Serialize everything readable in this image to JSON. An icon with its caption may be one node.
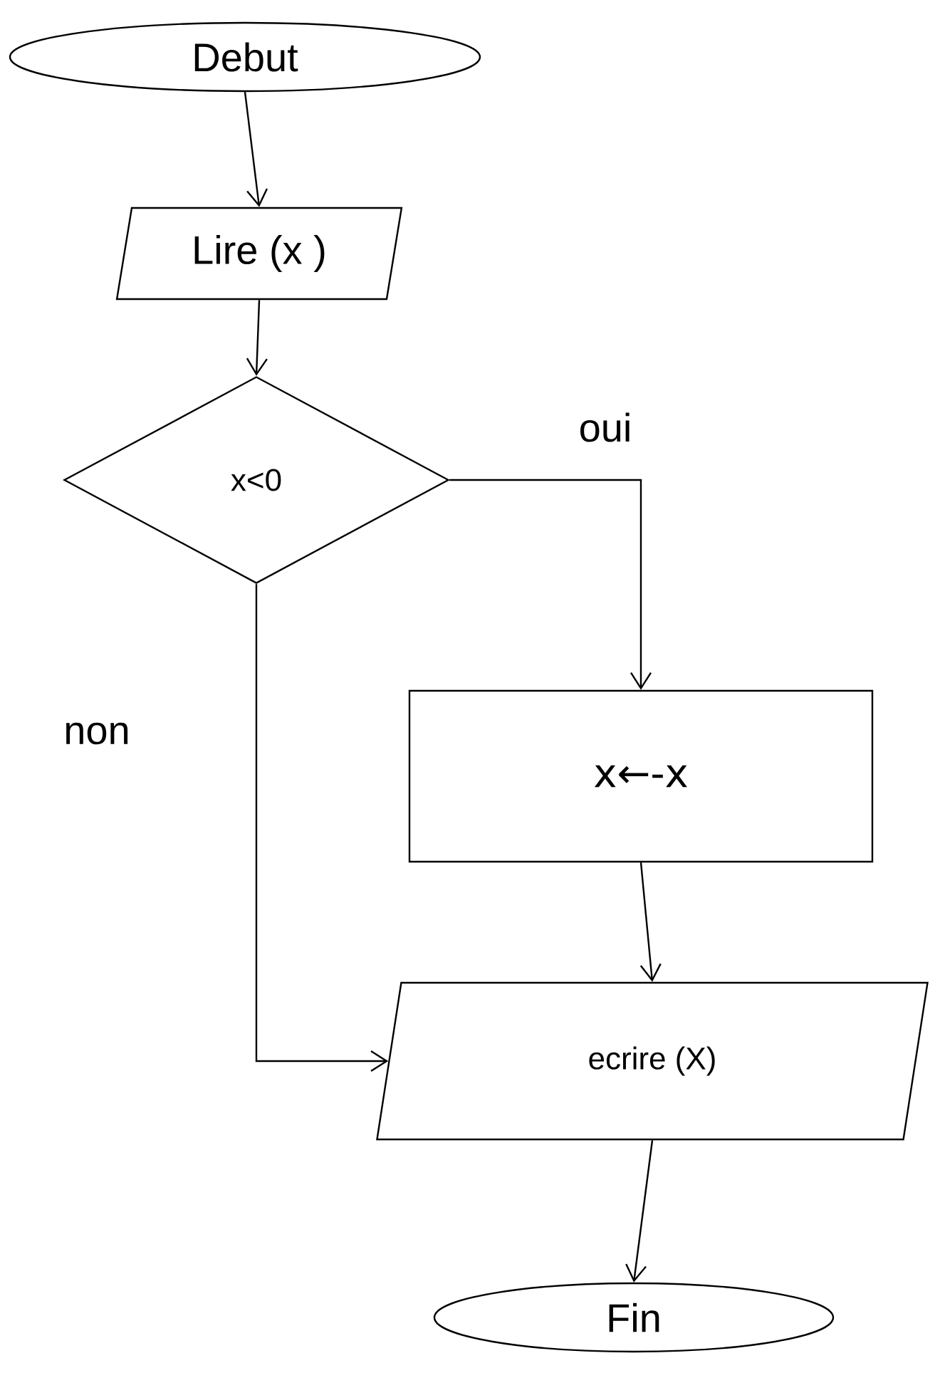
{
  "diagram": {
    "nodes": [
      {
        "text": [
          "Debut"
        ]
      },
      {
        "text": [
          "Lire (x )"
        ]
      },
      {
        "text": [
          "x<0"
        ]
      },
      {
        "text": [
          "x←-x"
        ]
      },
      {
        "text": [
          "ecrire (X)"
        ]
      },
      {
        "text": [
          "Fin"
        ]
      }
    ],
    "edges": [
      {
        "from": 0,
        "to": 1,
        "arrow": "to"
      },
      {
        "from": 1,
        "to": 2,
        "arrow": "to"
      },
      {
        "from": 2,
        "to": 3,
        "arrow": "to",
        "label": "oui"
      },
      {
        "from": 2,
        "to": 4,
        "arrow": "to",
        "label": "non"
      },
      {
        "from": 3,
        "to": 4,
        "arrow": "to"
      },
      {
        "from": 4,
        "to": 5,
        "arrow": "to"
      }
    ]
  }
}
